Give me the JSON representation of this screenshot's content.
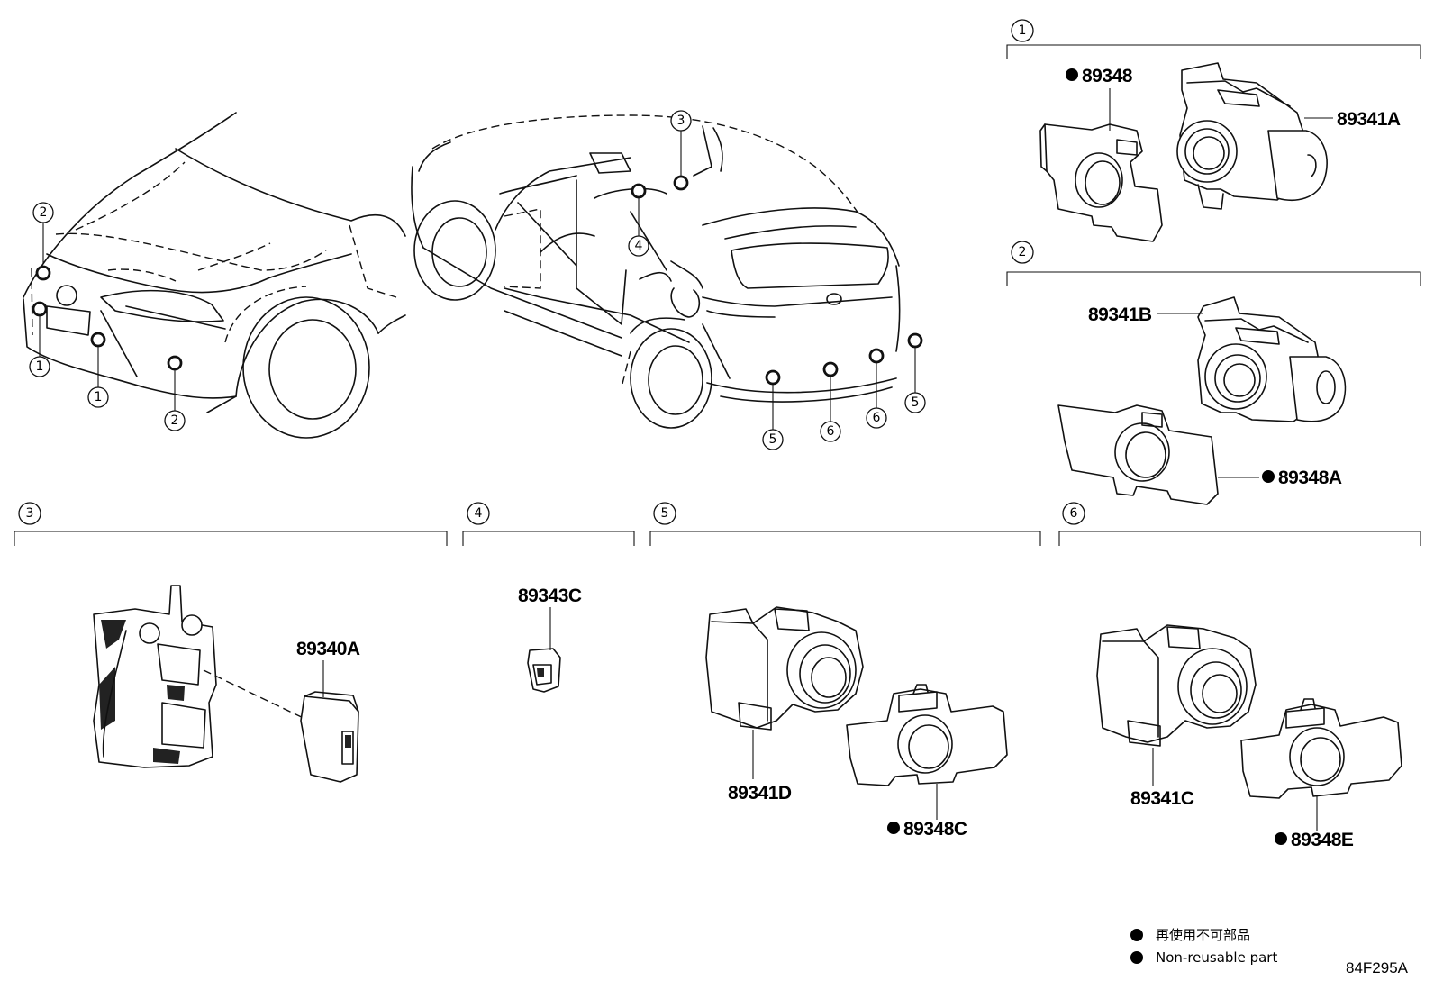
{
  "sections": [
    {
      "id": "1",
      "label": "1"
    },
    {
      "id": "2",
      "label": "2"
    },
    {
      "id": "3",
      "label": "3"
    },
    {
      "id": "4",
      "label": "4"
    },
    {
      "id": "5",
      "label": "5"
    },
    {
      "id": "6",
      "label": "6"
    }
  ],
  "parts": {
    "p89348": "89348",
    "p89341A": "89341A",
    "p89341B": "89341B",
    "p89348A": "89348A",
    "p89340A": "89340A",
    "p89343C": "89343C",
    "p89341D": "89341D",
    "p89348C": "89348C",
    "p89341C": "89341C",
    "p89348E": "89348E"
  },
  "non_reusable_marker": "●",
  "callouts": {
    "front": [
      "2",
      "1",
      "1",
      "2"
    ],
    "rear": [
      "3",
      "4",
      "5",
      "6",
      "6",
      "5"
    ]
  },
  "legend": {
    "line_cn": "再使用不可部品",
    "line_en": "Non-reusable part"
  },
  "figure_code": "84F295A"
}
